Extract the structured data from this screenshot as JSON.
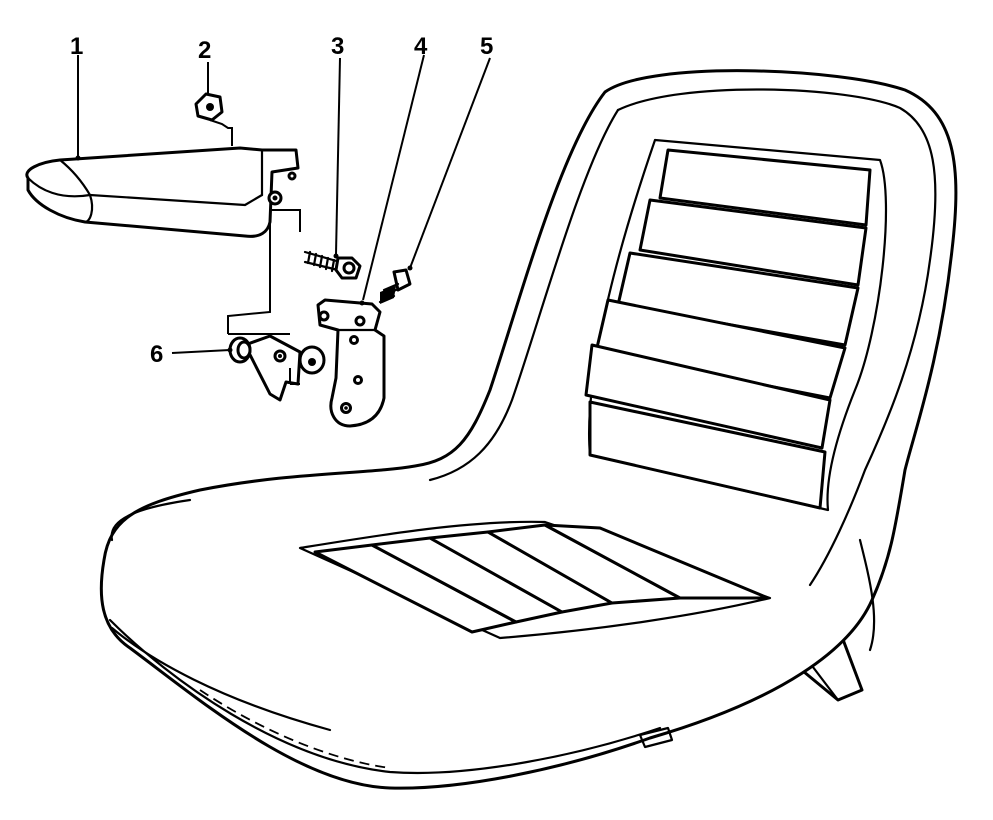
{
  "callouts": [
    {
      "number": "1",
      "part": "armrest"
    },
    {
      "number": "2",
      "part": "nut"
    },
    {
      "number": "3",
      "part": "bolt"
    },
    {
      "number": "4",
      "part": "mounting-bracket"
    },
    {
      "number": "5",
      "part": "screw"
    },
    {
      "number": "6",
      "part": "hinge-link"
    }
  ],
  "icons": [
    "seat-icon",
    "armrest-icon",
    "nut-icon",
    "bolt-icon",
    "bracket-icon",
    "screw-icon",
    "hinge-link-icon"
  ]
}
